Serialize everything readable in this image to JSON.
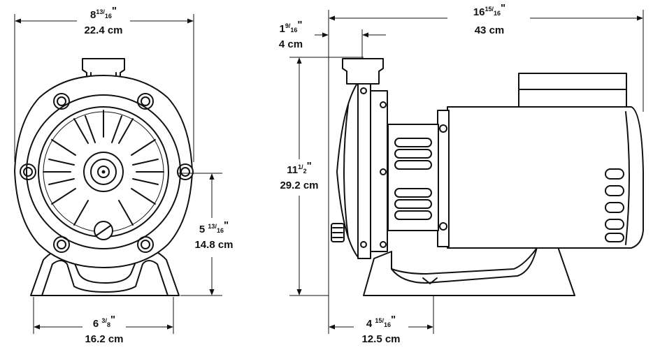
{
  "dimensions": {
    "front_width": {
      "whole": "8",
      "num": "13",
      "den": "16",
      "quote": "\"",
      "metric": "22.4 cm"
    },
    "front_base": {
      "whole": "6 ",
      "num": "3",
      "den": "8",
      "quote": "\"",
      "metric": "16.2 cm"
    },
    "front_axis": {
      "whole": "5 ",
      "num": "13",
      "den": "16",
      "quote": "\"",
      "metric": "14.8 cm"
    },
    "side_length": {
      "whole": "16",
      "num": "15",
      "den": "16",
      "quote": "\"",
      "metric": "43 cm"
    },
    "side_outlet": {
      "whole": "1",
      "num": "9",
      "den": "16",
      "quote": "\"",
      "metric": "4 cm"
    },
    "side_height": {
      "whole": "11",
      "num": "1",
      "den": "2",
      "quote": "\"",
      "metric": "29.2 cm"
    },
    "side_base": {
      "whole": "4 ",
      "num": "15",
      "den": "16",
      "quote": "\"",
      "metric": "12.5 cm"
    }
  }
}
